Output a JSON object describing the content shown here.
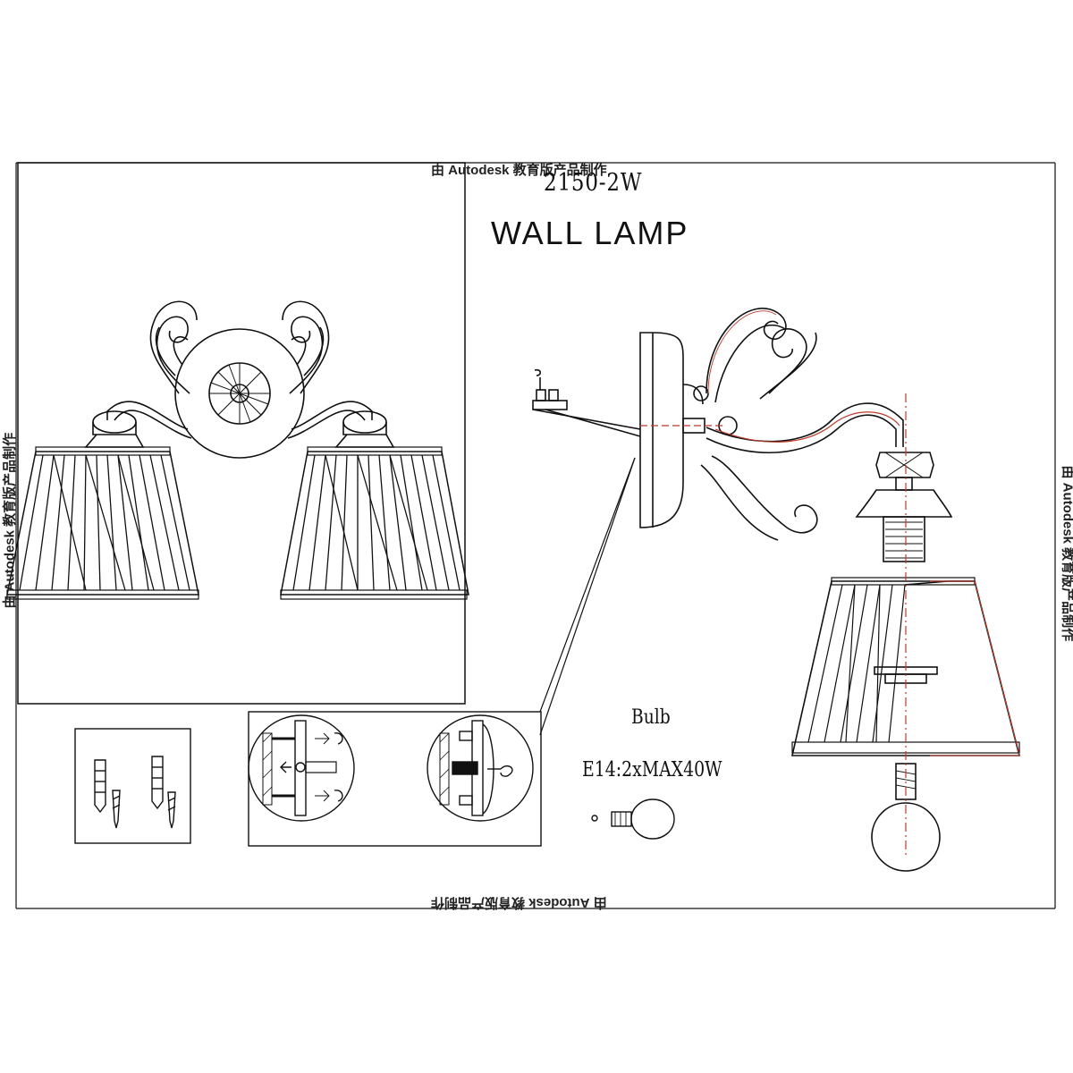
{
  "watermark": "由 Autodesk 教育版产品制作",
  "model": "2150-2W",
  "title": "WALL LAMP",
  "bulb": {
    "label": "Bulb",
    "spec": "E14:2xMAX40W"
  },
  "colors": {
    "line": "#111111",
    "guide": "#c0392b",
    "background": "#ffffff"
  }
}
